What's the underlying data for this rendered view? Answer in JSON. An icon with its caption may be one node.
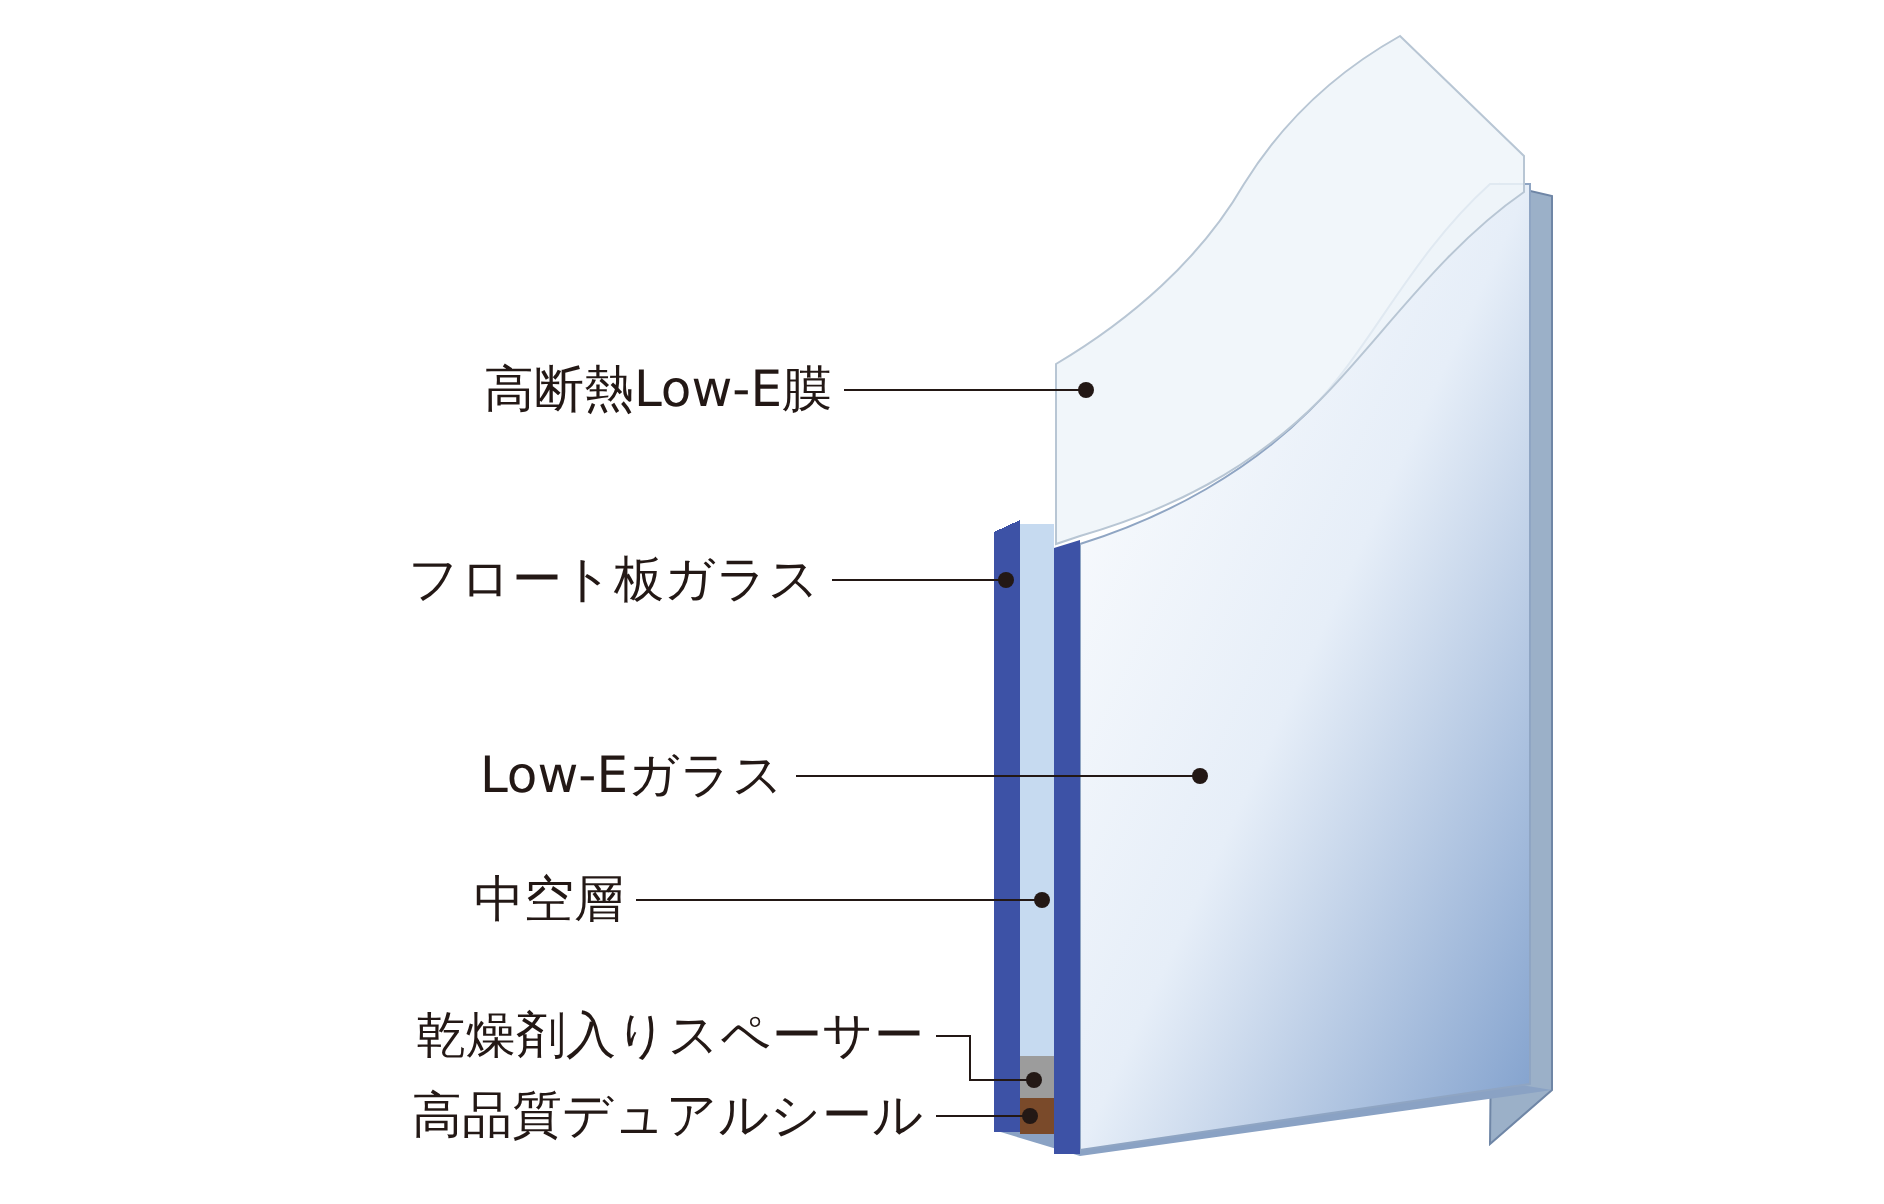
{
  "diagram": {
    "nodes": [
      {
        "text": [
          "高断熱Low-E膜"
        ]
      },
      {
        "text": [
          "フロート板ガラス"
        ]
      },
      {
        "text": [
          "Low-Eガラス"
        ]
      },
      {
        "text": [
          "中空層"
        ]
      },
      {
        "text": [
          "乾燥剤入りスペーサー"
        ]
      },
      {
        "text": [
          "高品質デュアルシール"
        ]
      },
      {
        "text": [],
        "shape": "picture"
      },
      {
        "text": [],
        "shape": "box"
      },
      {
        "text": [],
        "shape": "picture"
      },
      {
        "text": [],
        "shape": "box"
      },
      {
        "text": [],
        "shape": "box"
      },
      {
        "text": [],
        "shape": "box"
      }
    ],
    "edges": [
      {
        "from": 0,
        "to": 6,
        "arrow": "other"
      },
      {
        "from": 1,
        "to": 7,
        "arrow": "other"
      },
      {
        "from": 2,
        "to": 8,
        "arrow": "other"
      },
      {
        "from": 3,
        "to": 9,
        "arrow": "other"
      },
      {
        "from": 4,
        "to": 10,
        "arrow": "other"
      },
      {
        "from": 5,
        "to": 11,
        "arrow": "other"
      }
    ]
  }
}
